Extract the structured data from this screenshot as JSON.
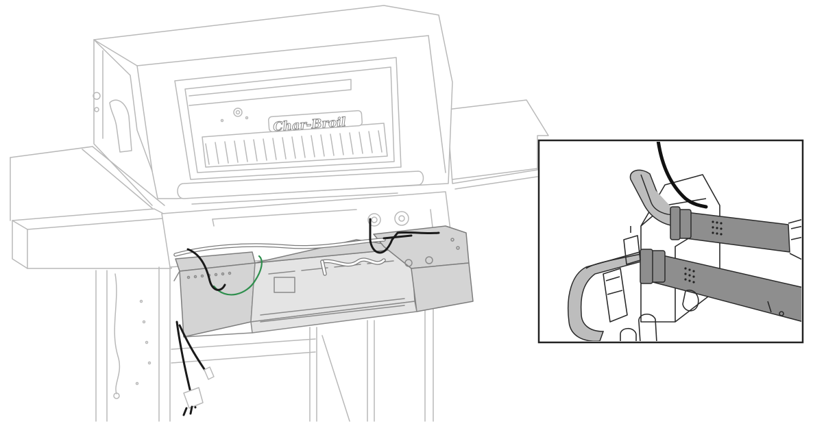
{
  "figure": {
    "logo_text": "Char-Broil",
    "inset": {
      "frame": "rectangle",
      "detail": "burner-ignitor-wiring"
    },
    "colors": {
      "outline": "#b9b9b9",
      "shaded_part": "#d4d4d4",
      "black_wire": "#1a1a1a",
      "green_wire": "#2f8f4e",
      "inset_frame": "#222222",
      "burner_tube": "#8e8e8e"
    },
    "icons": [
      "grill-illustration",
      "power-plug-icon",
      "burner-tube-icon"
    ]
  }
}
